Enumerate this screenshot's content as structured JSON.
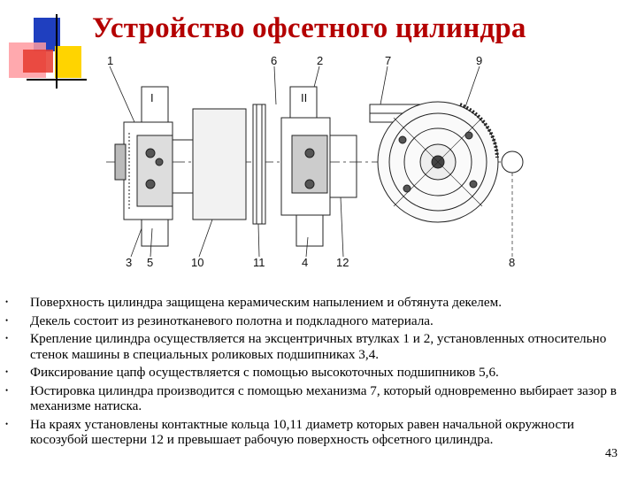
{
  "slide": {
    "title": "Устройство офсетного цилиндра",
    "page_number": "43"
  },
  "callouts": {
    "top": [
      "1",
      "6",
      "2",
      "7",
      "9"
    ],
    "bottom": [
      "3",
      "5",
      "10",
      "11",
      "4",
      "12",
      "8"
    ],
    "roman": [
      "I",
      "II"
    ]
  },
  "bullets": [
    "Поверхность цилиндра защищена керамическим напылением и обтянута декелем.",
    "Декель состоит из резинотканевого полотна и подкладного материала.",
    "Крепление цилиндра осуществляется на эксцентричных втулках 1 и 2, установленных относительно стенок машины в специальных роликовых подшипниках 3,4.",
    "Фиксирование цапф осуществляется с помощью высокоточных подшипников 5,6.",
    "Юстировка цилиндра производится с помощью механизма 7, который одновременно выбирает зазор в механизме натиска.",
    "На краях установлены контактные кольца 10,11 диаметр которых равен начальной окружности косозубой шестерни 12 и превышает рабочую поверхность офсетного цилиндра."
  ],
  "colors": {
    "title": "#b40000",
    "logo_blue": "#1f3fbf",
    "logo_yellow": "#ffd400",
    "logo_red": "#e63a2e",
    "logo_pink": "#ff9aa0"
  }
}
